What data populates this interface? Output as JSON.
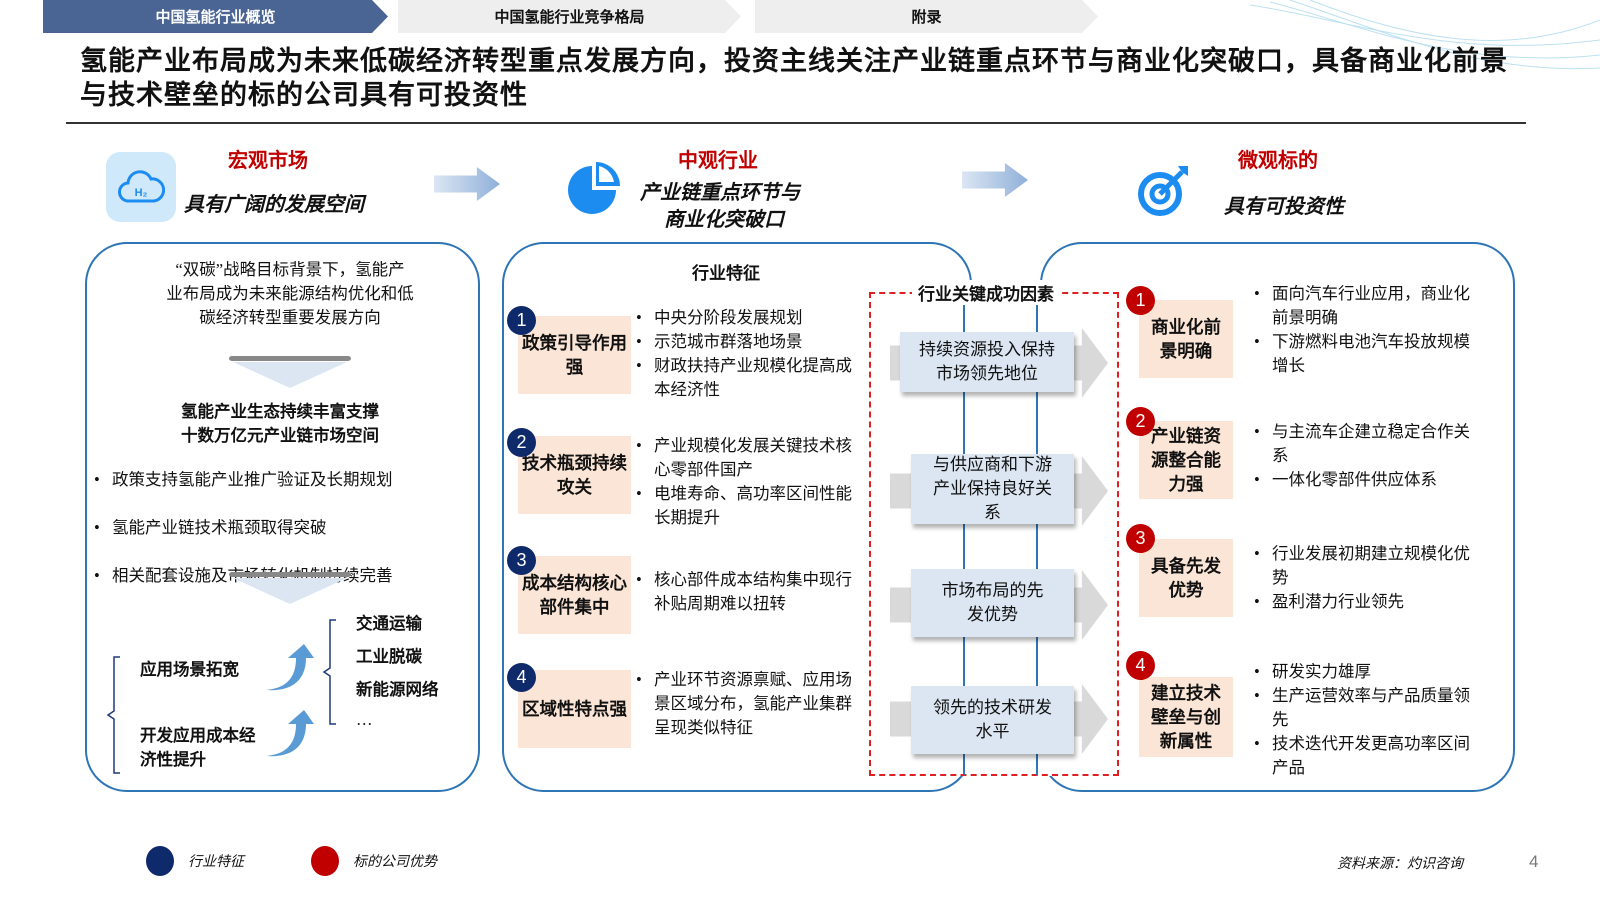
{
  "tabs": [
    {
      "label": "中国氢能行业概览",
      "active": true
    },
    {
      "label": "中国氢能行业竞争格局",
      "active": false
    },
    {
      "label": "附录",
      "active": false
    }
  ],
  "title": "氢能产业布局成为未来低碳经济转型重点发展方向，投资主线关注产业链重点环节与商业化突破口，具备商业化前景与技术壁垒的标的公司具有可投资性",
  "sections": {
    "macro": {
      "heading": "宏观市场",
      "subtitle": "具有广阔的发展空间",
      "icon": "h2-cloud-icon"
    },
    "meso": {
      "heading": "中观行业",
      "subtitle_lines": [
        "产业链重点环节与",
        "商业化突破口"
      ],
      "icon": "pie-chart-icon"
    },
    "micro": {
      "heading": "微观标的",
      "subtitle": "具有可投资性",
      "icon": "target-icon"
    }
  },
  "left_panel": {
    "intro_lines": [
      "“双碳”战略目标背景下，氢能产",
      "业布局成为未来能源结构优化和低",
      "碳经济转型重要发展方向"
    ],
    "headline_lines": [
      "氢能产业生态持续丰富支撑",
      "十数万亿元产业链市场空间"
    ],
    "bullets": [
      "政策支持氢能产业推广验证及长期规划",
      "氢能产业链技术瓶颈取得突破",
      "相关配套设施及市场转化机制持续完善"
    ],
    "drivers": [
      "应用场景拓宽",
      "开发应用成本经济性提升"
    ],
    "applications": [
      "交通运输",
      "工业脱碳",
      "新能源网络",
      "…"
    ]
  },
  "middle_panel": {
    "heading": "行业特征",
    "items": [
      {
        "num": "1",
        "label": "政策引导作用强",
        "bullets": [
          "中央分阶段发展规划",
          "示范城市群落地场景",
          "财政扶持产业规模化提高成本经济性"
        ]
      },
      {
        "num": "2",
        "label": "技术瓶颈持续攻关",
        "bullets": [
          "产业规模化发展关键技术核心零部件国产",
          "电堆寿命、高功率区间性能长期提升"
        ]
      },
      {
        "num": "3",
        "label": "成本结构核心部件集中",
        "bullets": [
          "核心部件成本结构集中现行补贴周期难以扭转"
        ]
      },
      {
        "num": "4",
        "label": "区域性特点强",
        "bullets": [
          "产业环节资源禀赋、应用场景区域分布，氢能产业集群呈现类似特征"
        ]
      }
    ]
  },
  "key_factors": {
    "heading": "行业关键成功因素",
    "items": [
      "持续资源投入保持市场领先地位",
      "与供应商和下游产业保持良好关系",
      "市场布局的先发优势",
      "领先的技术研发水平"
    ]
  },
  "right_panel": {
    "items": [
      {
        "num": "1",
        "label": "商业化前景明确",
        "bullets": [
          "面向汽车行业应用，商业化前景明确",
          "下游燃料电池汽车投放规模增长"
        ]
      },
      {
        "num": "2",
        "label": "产业链资源整合能力强",
        "bullets": [
          "与主流车企建立稳定合作关系",
          "一体化零部件供应体系"
        ]
      },
      {
        "num": "3",
        "label": "具备先发优势",
        "bullets": [
          "行业发展初期建立规模化优势",
          "盈利潜力行业领先"
        ]
      },
      {
        "num": "4",
        "label": "建立技术壁垒与创新属性",
        "bullets": [
          "研发实力雄厚",
          "生产运营效率与产品质量领先",
          "技术迭代开发更高功率区间产品"
        ]
      }
    ]
  },
  "legend": [
    {
      "label": "行业特征",
      "color": "#0f2a6b"
    },
    {
      "label": "标的公司优势",
      "color": "#c00000"
    }
  ],
  "footer": {
    "source": "资料来源：灼识咨询",
    "page": "4"
  },
  "colors": {
    "tab_active": "#4a6594",
    "panel_border": "#2e75b6",
    "heading_red": "#c00000",
    "peach": "#fbe5d6",
    "key_box": "#dce6f2"
  }
}
